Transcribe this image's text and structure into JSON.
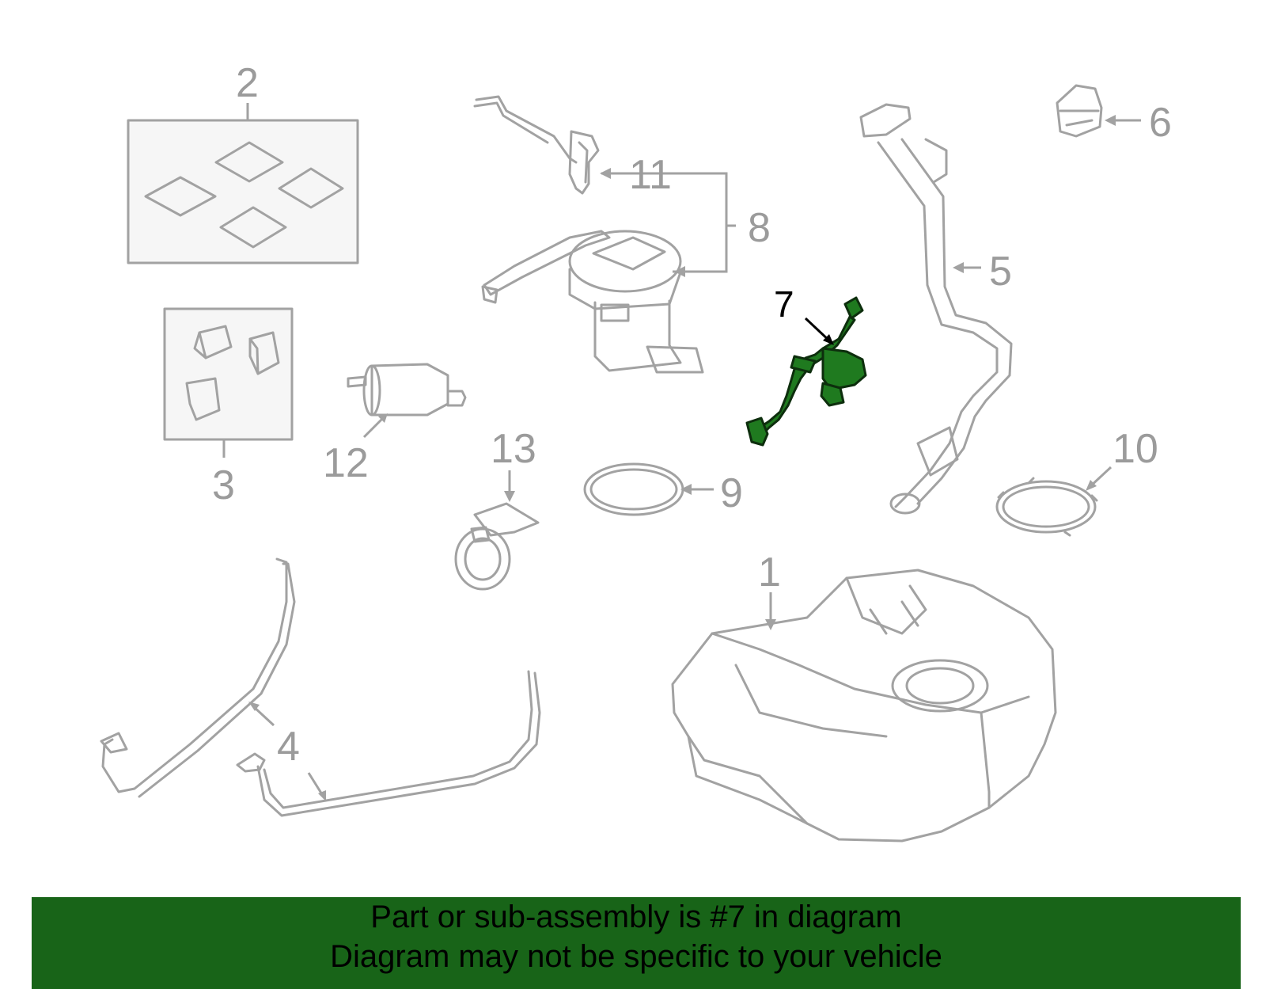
{
  "callouts": {
    "c1": "1",
    "c2": "2",
    "c3": "3",
    "c4": "4",
    "c5": "5",
    "c6": "6",
    "c7": "7",
    "c8": "8",
    "c9": "9",
    "c10": "10",
    "c11": "11",
    "c12": "12",
    "c13": "13"
  },
  "highlight": {
    "part_number": "7",
    "color": "#1f7a1f",
    "outline_color": "#0d2e0d"
  },
  "banner": {
    "line1": "Part or sub-assembly is #7 in diagram",
    "line2": "Diagram may not be specific to your vehicle",
    "background": "#186418"
  },
  "colors": {
    "line_art": "#a2a2a2"
  }
}
